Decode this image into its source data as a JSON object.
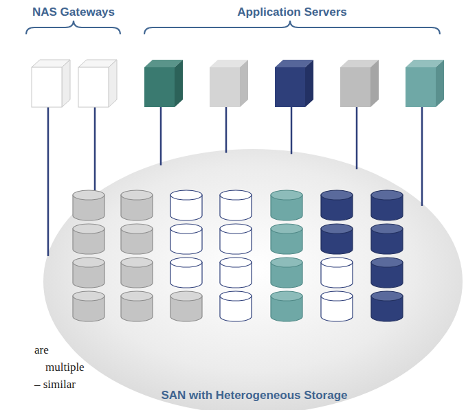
{
  "diagram": {
    "labels": [
      "NAS Gateways",
      "Application Servers",
      "SAN with Heterogeneous Storage",
      "are",
      "multiple",
      "– similar"
    ]
  }
}
